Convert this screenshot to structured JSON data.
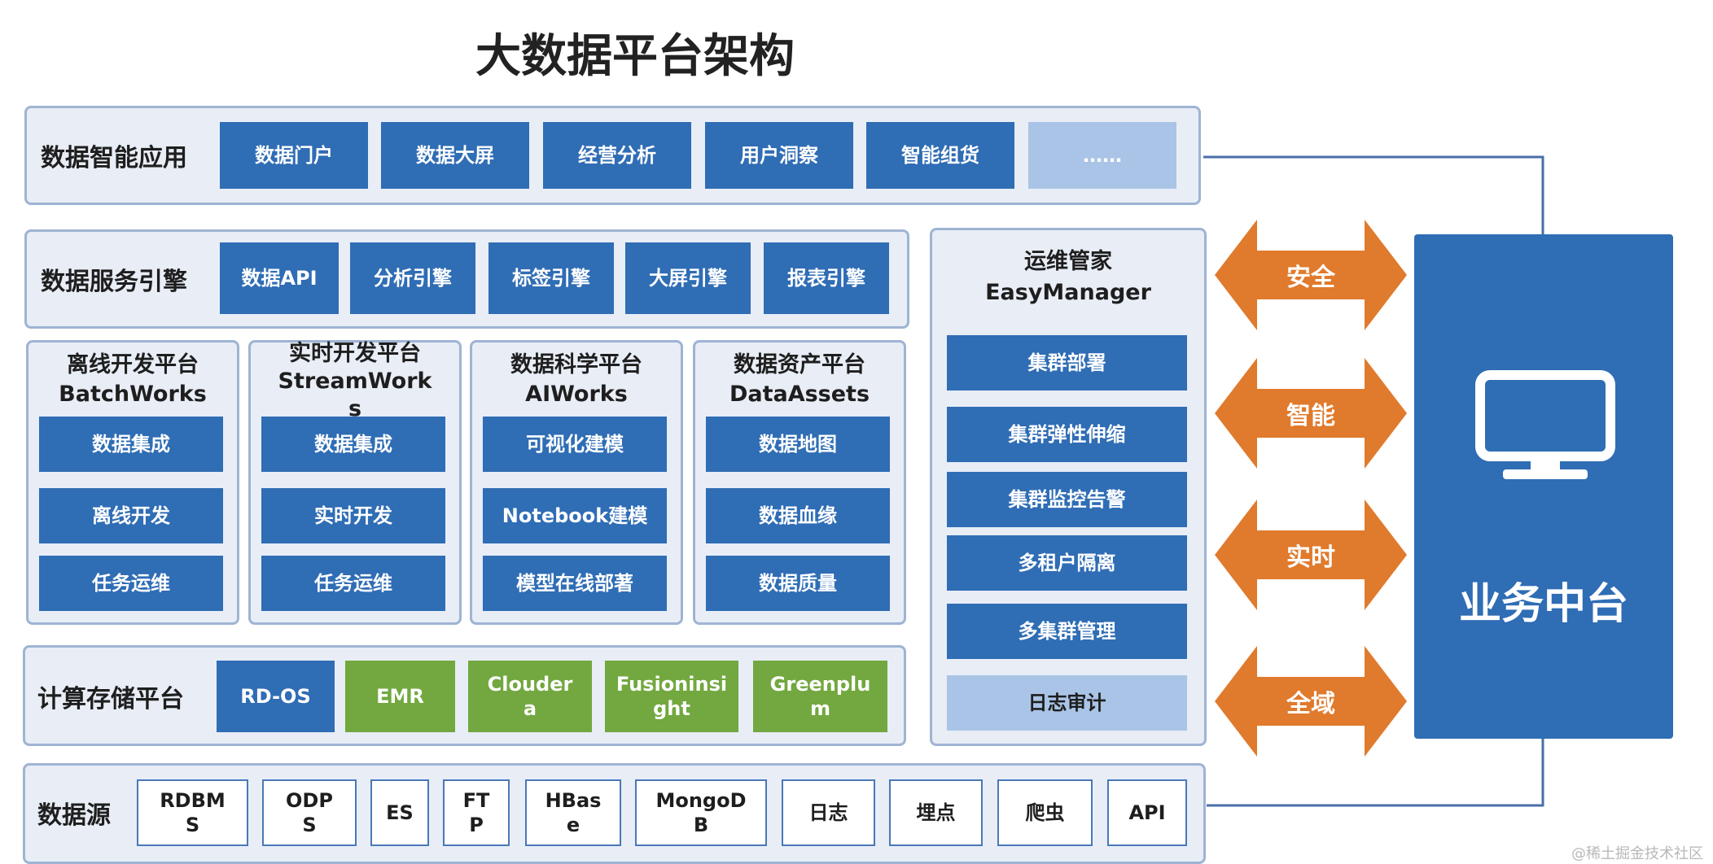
{
  "title": "大数据平台架构",
  "intelligence_apps": {
    "label": "数据智能应用",
    "items": [
      "数据门户",
      "数据大屏",
      "经营分析",
      "用户洞察",
      "智能组货",
      "……"
    ]
  },
  "service_engine": {
    "label": "数据服务引擎",
    "items": [
      "数据API",
      "分析引擎",
      "标签引擎",
      "大屏引擎",
      "报表引擎"
    ]
  },
  "platforms": [
    {
      "title": "离线开发平台",
      "name": "BatchWorks",
      "items": [
        "数据集成",
        "离线开发",
        "任务运维"
      ]
    },
    {
      "title": "实时开发平台",
      "name": "StreamWork\ns",
      "items": [
        "数据集成",
        "实时开发",
        "任务运维"
      ]
    },
    {
      "title": "数据科学平台",
      "name": "AIWorks",
      "items": [
        "可视化建模",
        "Notebook建模",
        "模型在线部著"
      ]
    },
    {
      "title": "数据资产平台",
      "name": "DataAssets",
      "items": [
        "数据地图",
        "数据血缘",
        "数据质量"
      ]
    }
  ],
  "compute_storage": {
    "label": "计算存储平台",
    "items": [
      "RD-OS",
      "EMR",
      "Clouder\na",
      "Fusioninsi\nght",
      "Greenplu\nm"
    ]
  },
  "data_source": {
    "label": "数据源",
    "items": [
      "RDBM\nS",
      "ODP\nS",
      "ES",
      "FT\nP",
      "HBas\ne",
      "MongoD\nB",
      "日志",
      "埋点",
      "爬虫",
      "API"
    ]
  },
  "ops": {
    "title": "运维管家",
    "name": "EasyManager",
    "items": [
      "集群部署",
      "集群弹性伸缩",
      "集群监控告警",
      "多租户隔离",
      "多集群管理",
      "日志审计"
    ]
  },
  "arrows": [
    "安全",
    "智能",
    "实时",
    "全域"
  ],
  "business_center": {
    "label": "业务中台",
    "icon": "monitor-icon"
  },
  "watermark": "@稀土掘金技术社区",
  "colors": {
    "blue": "#2f6db5",
    "green": "#72a83f",
    "orange": "#e07a2c",
    "panel": "#e8edf6"
  }
}
